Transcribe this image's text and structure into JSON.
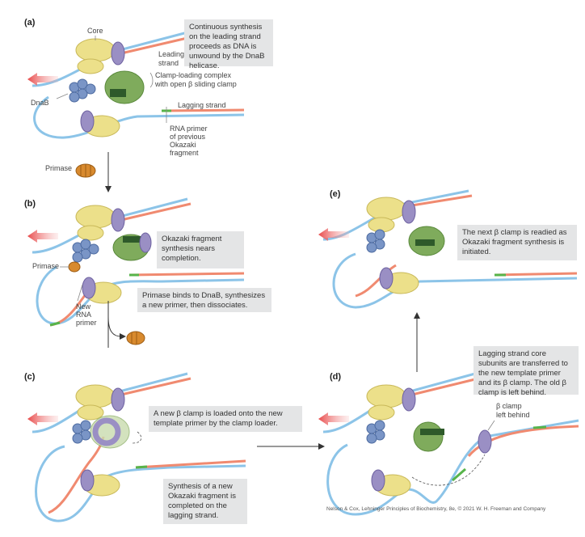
{
  "panels": {
    "a": {
      "letter": "(a)"
    },
    "b": {
      "letter": "(b)"
    },
    "c": {
      "letter": "(c)"
    },
    "d": {
      "letter": "(d)"
    },
    "e": {
      "letter": "(e)"
    }
  },
  "labels": {
    "core": "Core",
    "leading_strand_1": "Leading",
    "leading_strand_2": "strand",
    "clamp_loading_1": "Clamp-loading complex",
    "clamp_loading_2": "with open β sliding clamp",
    "dnab": "DnaB",
    "lagging_strand": "Lagging strand",
    "rna_primer_1": "RNA primer",
    "rna_primer_2": "of previous",
    "rna_primer_3": "Okazaki",
    "rna_primer_4": "fragment",
    "primase_a": "Primase",
    "primase_b": "Primase",
    "new_rna_1": "New",
    "new_rna_2": "RNA",
    "new_rna_3": "primer",
    "beta_clamp_1": "β clamp",
    "beta_clamp_2": "left behind"
  },
  "notes": {
    "a": "Continuous synthesis on the leading strand proceeds as DNA is unwound by the DnaB helicase.",
    "b1": "Okazaki fragment synthesis nears completion.",
    "b2": "Primase binds to DnaB, synthesizes a new primer, then dissociates.",
    "c1": "A new β clamp is loaded onto the new template primer by the clamp loader.",
    "c2": "Synthesis of a new Okazaki fragment is completed on the lagging strand.",
    "d": "Lagging strand core subunits are transferred to the new template primer and its β clamp. The old β clamp is left behind.",
    "e": "The next β clamp is readied as Okazaki fragment synthesis is initiated."
  },
  "credit": "Nelson & Cox, Lehninger Principles of Biochemistry, 8e, © 2021 W. H. Freeman and Company",
  "colors": {
    "blue_strand": "#8cc4e8",
    "red_strand": "#f08a70",
    "green_primer": "#57b44a",
    "core_yellow": "#ece08a",
    "clamp_purple": "#9a8fc4",
    "loader_green": "#7fab5c",
    "dnab_blue": "#7a95c6",
    "primase_orange": "#d88a2e",
    "arrow_red": "#e85a5a"
  }
}
